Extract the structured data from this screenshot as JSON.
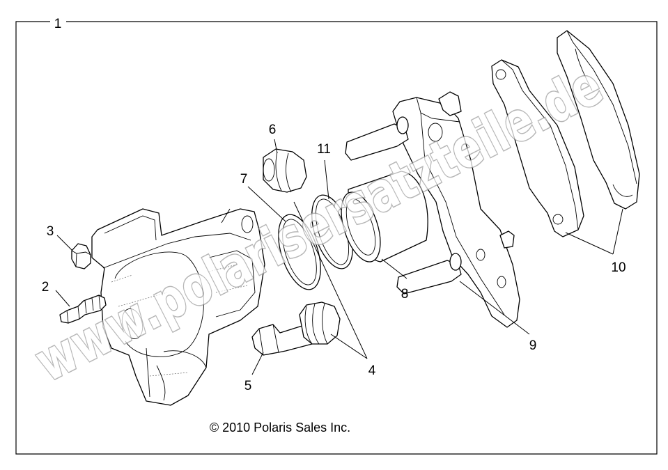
{
  "callouts": {
    "c1": "1",
    "c2": "2",
    "c3": "3",
    "c4": "4",
    "c5": "5",
    "c6": "6",
    "c7": "7",
    "c8": "8",
    "c9": "9",
    "c10": "10",
    "c11": "11"
  },
  "copyright": "© 2010 Polaris Sales Inc.",
  "watermark": "www.polarisersatzteile.de"
}
